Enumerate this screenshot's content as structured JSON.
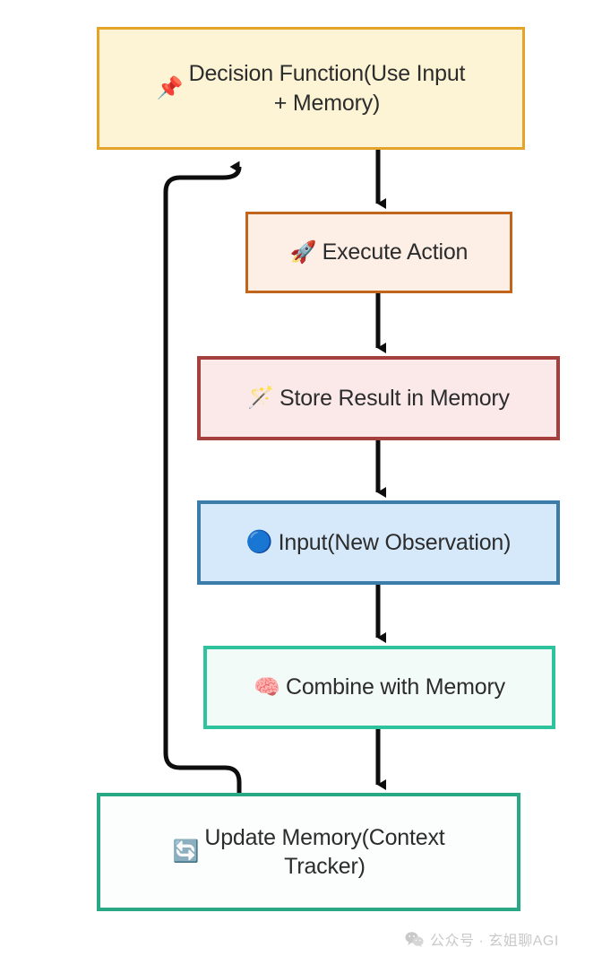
{
  "diagram": {
    "title": "Agent Memory Loop Flowchart",
    "type": "flowchart",
    "direction": "top-to-bottom with feedback loop",
    "nodes": [
      {
        "id": "decision",
        "emoji": "📌",
        "emoji_name": "pushpin-icon",
        "label": "Decision Function(Use Input\n+ Memory)",
        "fill": "#fcf4d4",
        "border": "#e3a429"
      },
      {
        "id": "execute",
        "emoji": "🚀",
        "emoji_name": "rocket-icon",
        "label": "Execute Action",
        "fill": "#fdeee6",
        "border": "#c2651c"
      },
      {
        "id": "store",
        "emoji": "🪄",
        "emoji_name": "magic-wand-icon",
        "label": "Store Result in Memory",
        "fill": "#fbe9e9",
        "border": "#a6403f"
      },
      {
        "id": "input",
        "emoji": "🔵",
        "emoji_name": "blue-circle-icon",
        "label": "Input(New Observation)",
        "fill": "#d6e9fa",
        "border": "#3b7ca9"
      },
      {
        "id": "combine",
        "emoji": "🧠",
        "emoji_name": "brain-icon",
        "label": "Combine with Memory",
        "fill": "#f3fbf8",
        "border": "#2ec39c"
      },
      {
        "id": "update",
        "emoji": "🔄",
        "emoji_name": "refresh-icon",
        "label": "Update Memory(Context\nTracker)",
        "fill": "#fbfefd",
        "border": "#28a884"
      }
    ],
    "edges": [
      {
        "from": "decision",
        "to": "execute",
        "style": "straight-down-arrow"
      },
      {
        "from": "execute",
        "to": "store",
        "style": "straight-down-arrow"
      },
      {
        "from": "store",
        "to": "input",
        "style": "straight-down-arrow"
      },
      {
        "from": "input",
        "to": "combine",
        "style": "straight-down-arrow"
      },
      {
        "from": "combine",
        "to": "update",
        "style": "straight-down-arrow"
      },
      {
        "from": "update",
        "to": "decision",
        "style": "feedback-loop-left-arrow"
      }
    ],
    "edge_color": "#0d0d0d"
  },
  "watermark": {
    "icon_name": "wechat-icon",
    "text": "公众号 · 玄姐聊AGI",
    "color": "#c9c9c9"
  }
}
